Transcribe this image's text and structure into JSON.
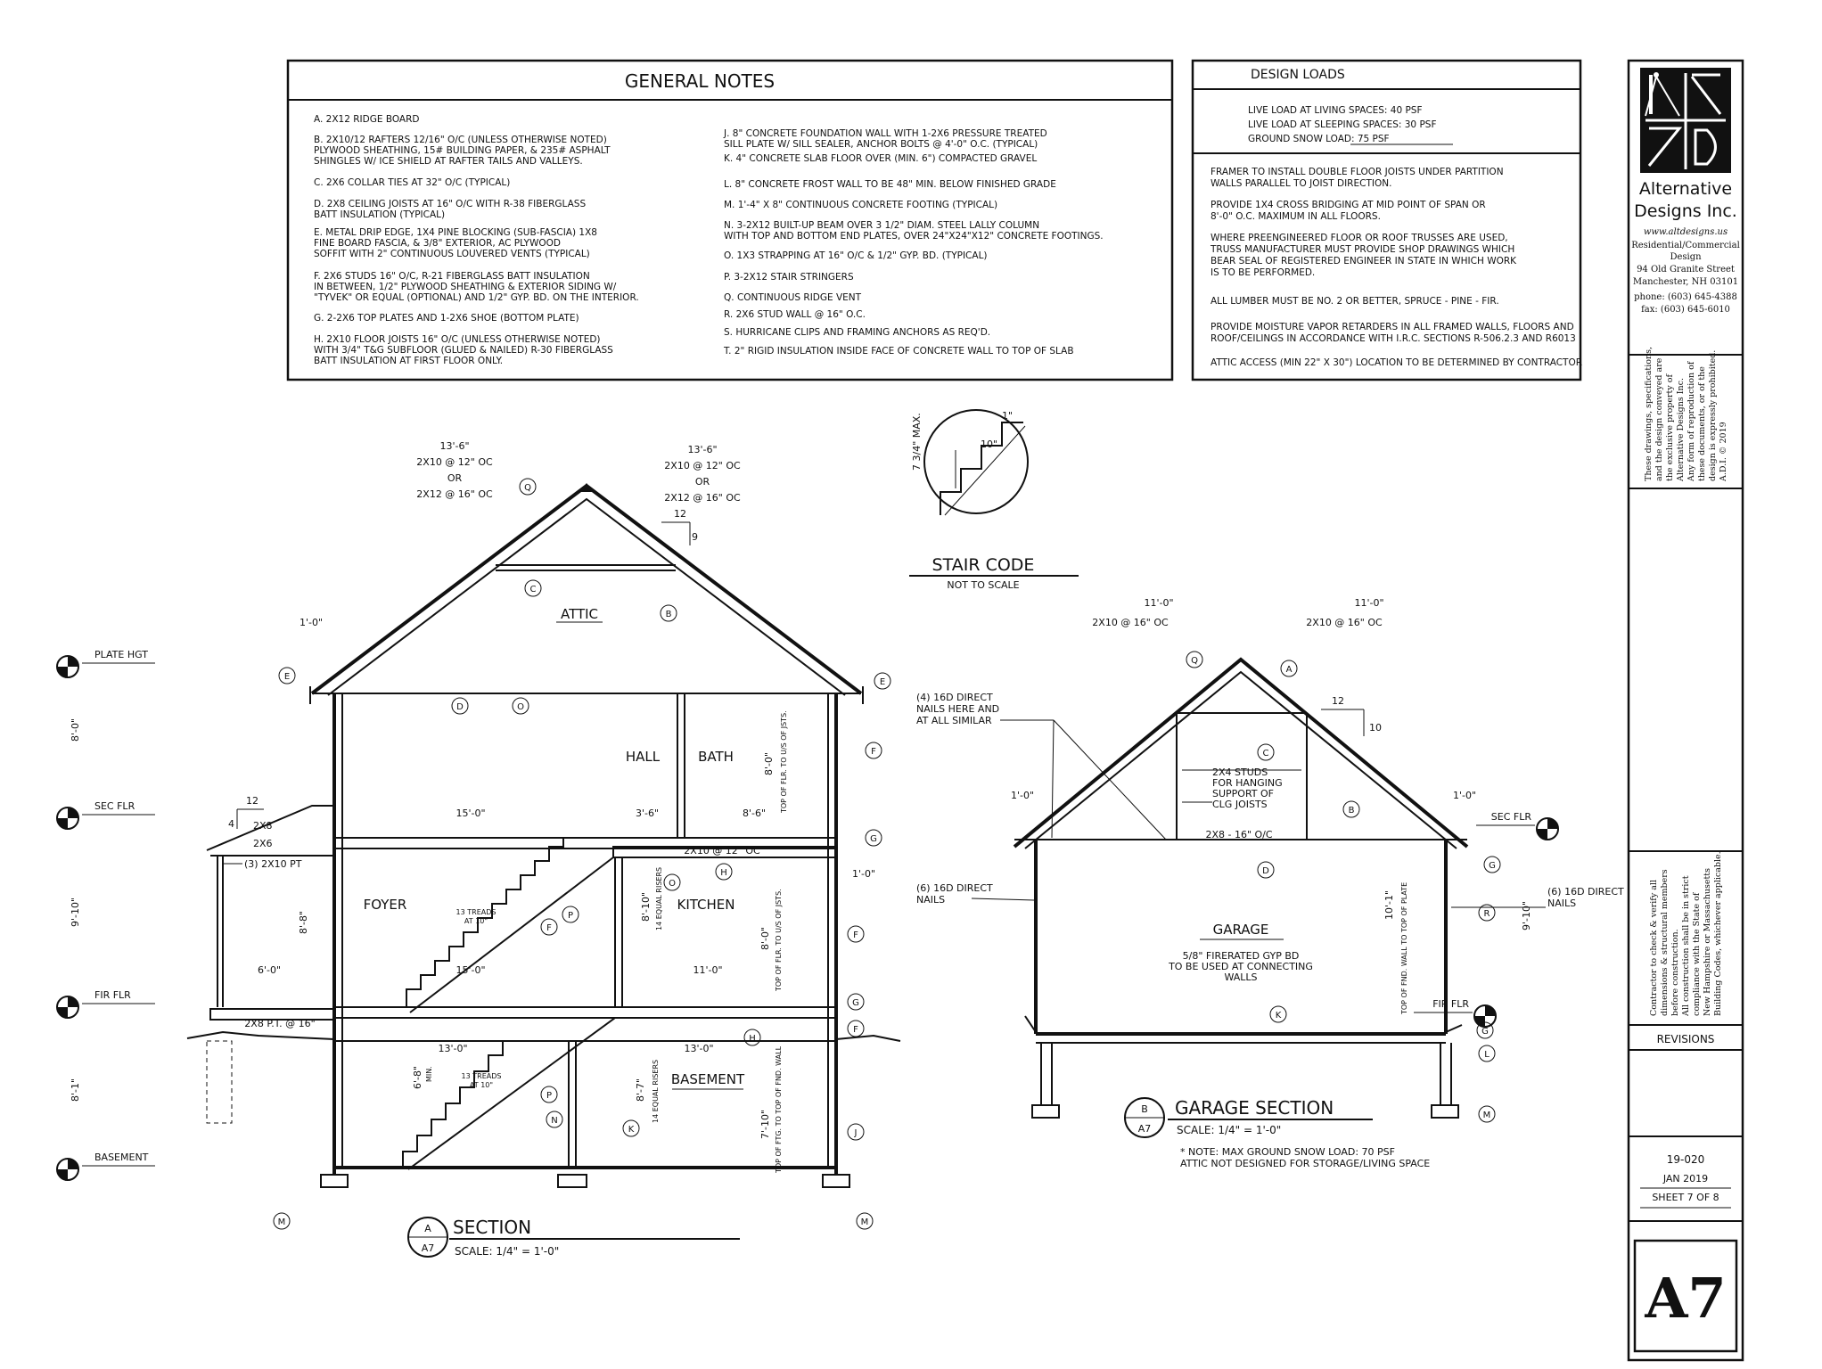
{
  "general_notes": {
    "title": "GENERAL NOTES",
    "left": [
      [
        "A. 2X12 RIDGE BOARD"
      ],
      [
        "B. 2X10/12 RAFTERS 12/16\" O/C (UNLESS OTHERWISE NOTED)",
        "PLYWOOD SHEATHING, 15# BUILDING PAPER, & 235# ASPHALT",
        "SHINGLES W/ ICE SHIELD AT RAFTER TAILS AND VALLEYS."
      ],
      [
        "C. 2X6 COLLAR TIES AT 32\" O/C (TYPICAL)"
      ],
      [
        "D. 2X8 CEILING JOISTS AT 16\" O/C WITH R-38 FIBERGLASS",
        "BATT INSULATION (TYPICAL)"
      ],
      [
        "E. METAL DRIP EDGE, 1X4 PINE BLOCKING (SUB-FASCIA) 1X8",
        "FINE BOARD FASCIA, & 3/8\" EXTERIOR, AC PLYWOOD",
        "SOFFIT WITH 2\" CONTINUOUS LOUVERED VENTS (TYPICAL)"
      ],
      [
        "F. 2X6 STUDS 16\" O/C, R-21 FIBERGLASS BATT INSULATION",
        "IN BETWEEN, 1/2\" PLYWOOD SHEATHING & EXTERIOR SIDING W/",
        "\"TYVEK\" OR EQUAL (OPTIONAL) AND 1/2\" GYP. BD. ON THE INTERIOR."
      ],
      [
        "G. 2-2X6 TOP PLATES AND 1-2X6 SHOE (BOTTOM PLATE)"
      ],
      [
        "H. 2X10 FLOOR JOISTS 16\" O/C (UNLESS OTHERWISE NOTED)",
        "WITH 3/4\" T&G SUBFLOOR (GLUED & NAILED) R-30 FIBERGLASS",
        "BATT INSULATION AT FIRST FLOOR ONLY."
      ]
    ],
    "right": [
      [
        "J. 8\" CONCRETE FOUNDATION WALL WITH 1-2X6 PRESSURE TREATED",
        "SILL PLATE W/ SILL SEALER, ANCHOR BOLTS @ 4'-0\" O.C. (TYPICAL)"
      ],
      [
        "K. 4\" CONCRETE SLAB FLOOR OVER (MIN. 6\") COMPACTED GRAVEL"
      ],
      [
        "L. 8\" CONCRETE FROST WALL TO BE 48\" MIN. BELOW FINISHED GRADE"
      ],
      [
        "M. 1'-4\" X 8\" CONTINUOUS CONCRETE FOOTING (TYPICAL)"
      ],
      [
        "N. 3-2X12 BUILT-UP BEAM OVER 3 1/2\" DIAM. STEEL LALLY COLUMN",
        "WITH TOP AND BOTTOM END PLATES, OVER 24\"X24\"X12\" CONCRETE FOOTINGS."
      ],
      [
        "O. 1X3 STRAPPING AT 16\" O/C & 1/2\" GYP. BD. (TYPICAL)"
      ],
      [
        "P. 3-2X12 STAIR STRINGERS"
      ],
      [
        "Q. CONTINUOUS RIDGE VENT"
      ],
      [
        "R. 2X6 STUD WALL @ 16\" O.C."
      ],
      [
        "S. HURRICANE CLIPS AND FRAMING ANCHORS AS REQ'D."
      ],
      [
        "T. 2\" RIGID INSULATION INSIDE FACE OF CONCRETE WALL TO TOP OF SLAB"
      ]
    ]
  },
  "design_loads": {
    "title": "DESIGN LOADS",
    "loads": [
      "LIVE LOAD AT LIVING SPACES: 40 PSF",
      "LIVE LOAD AT SLEEPING SPACES: 30 PSF",
      "GROUND SNOW LOAD: 75 PSF"
    ],
    "notes": [
      [
        "FRAMER TO INSTALL DOUBLE FLOOR JOISTS UNDER PARTITION",
        "WALLS PARALLEL TO JOIST DIRECTION."
      ],
      [
        "PROVIDE 1X4 CROSS BRIDGING AT MID POINT OF SPAN OR",
        "8'-0\" O.C. MAXIMUM IN ALL FLOORS."
      ],
      [
        "WHERE PREENGINEERED FLOOR OR ROOF TRUSSES ARE USED,",
        "TRUSS MANUFACTURER MUST PROVIDE SHOP DRAWINGS WHICH",
        "BEAR SEAL OF REGISTERED ENGINEER IN STATE IN WHICH WORK",
        "IS TO BE PERFORMED."
      ],
      [
        "ALL LUMBER MUST BE NO. 2 OR BETTER, SPRUCE - PINE - FIR."
      ],
      [
        "PROVIDE MOISTURE VAPOR RETARDERS IN ALL FRAMED WALLS, FLOORS AND",
        "ROOF/CEILINGS IN ACCORDANCE WITH I.R.C. SECTIONS R-506.2.3 AND R6013"
      ],
      [
        "ATTIC ACCESS (MIN 22\" X 30\") LOCATION TO BE DETERMINED BY CONTRACTOR"
      ]
    ]
  },
  "title_block": {
    "company": [
      "Alternative",
      "Designs Inc."
    ],
    "website": "www.altdesigns.us",
    "service": [
      "Residential/Commercial",
      "Design"
    ],
    "address": [
      "94 Old Granite Street",
      "Manchester, NH 03101"
    ],
    "phone": "phone: (603) 645-4388",
    "fax": "fax: (603) 645-6010",
    "copyright": [
      "These drawings, specifications,",
      "and the design conveyed are",
      "the exclusive property of",
      "Alternative Designs Inc.",
      "Any form of reproduction of",
      "these documents, or of the",
      "design is expressly prohibited.",
      "A.D.I. © 2019"
    ],
    "contractor": [
      "Contractor to check & verify all",
      "dimensions & structural members",
      "before construction.",
      "All construction shall be in strict",
      "compliance with the State of",
      "New Hampshire or Massachusetts",
      "Building Codes, whichever applicable."
    ],
    "revisions": "REVISIONS",
    "job": "19-020",
    "date": "JAN 2019",
    "sheet": "SHEET 7 OF 8",
    "sheet_no": "A7"
  },
  "stair_code": {
    "title": "STAIR CODE",
    "subtitle": "NOT TO SCALE",
    "rise": "7 3/4\" MAX.",
    "run": "10\"",
    "nosing": "1\""
  },
  "section": {
    "title": "SECTION",
    "scale": "SCALE: 1/4\" = 1'-0\"",
    "bubble": [
      "A",
      "A7"
    ],
    "rooms": [
      "ATTIC",
      "HALL",
      "BATH",
      "FOYER",
      "KITCHEN",
      "BASEMENT"
    ],
    "levels": [
      "PLATE HGT",
      "SEC FLR",
      "FIR FLR",
      "BASEMENT"
    ],
    "level_dims": [
      "8'-0\"",
      "9'-10\"",
      "8'-1\""
    ],
    "rafter_left": [
      "13'-6\"",
      "2X10 @ 12\" OC",
      "OR",
      "2X12 @ 16\" OC"
    ],
    "rafter_right": [
      "13'-6\"",
      "2X10 @ 12\" OC",
      "OR",
      "2X12 @ 16\" OC"
    ],
    "pitch": [
      "12",
      "9"
    ],
    "porch_pitch": [
      "12",
      "4"
    ],
    "overhang": "1'-0\"",
    "labels": {
      "porch_2x8": "2X8",
      "porch_2x6": "2X6",
      "beam_2x10": "(3) 2X10 PT",
      "hall_span": "15'-0\"",
      "bath_span": "3'-6\"",
      "bath_ht": "8'-6\"",
      "upper_ht": "8'-0\"",
      "upper_ht_note": "TOP OF FLR. TO U/S OF JSTS.",
      "floor_joist": "2X10 @ 12\" OC",
      "kitchen_step": "1'-0\"",
      "foyer_ht": "8'-8\"",
      "porch_ht": "6'-0\"",
      "foyer_span": "15'-0\"",
      "treads_upper": [
        "13 TREADS",
        "AT 10\""
      ],
      "risers_upper": [
        "8'-10\"",
        "14 EQUAL RISERS"
      ],
      "kitchen_span": "11'-0\"",
      "kitchen_ht": "8'-0\"",
      "kitchen_ht_note": "TOP OF FLR. TO U/S OF JSTS.",
      "sill": "2X8 P.T. @ 16\"",
      "bsmt_span_left": "13'-0\"",
      "bsmt_span_right": "13'-0\"",
      "bsmt_ht_left": [
        "6'-8\"",
        "MIN."
      ],
      "treads_lower": [
        "13 TREADS",
        "AT 10\""
      ],
      "risers_lower": [
        "8'-7\"",
        "14 EQUAL RISERS"
      ],
      "bsmt_ht": "7'-10\"",
      "bsmt_ht_note": "TOP OF FTG. TO TOP OF FND. WALL"
    }
  },
  "garage": {
    "title": "GARAGE SECTION",
    "scale": "SCALE: 1/4\" = 1'-0\"",
    "bubble": [
      "B",
      "A7"
    ],
    "note": [
      "* NOTE: MAX GROUND SNOW LOAD: 70 PSF",
      "ATTIC NOT DESIGNED FOR STORAGE/LIVING SPACE"
    ],
    "room": "GARAGE",
    "firerated": [
      "5/8\" FIRERATED GYP BD",
      "TO BE USED AT CONNECTING",
      "WALLS"
    ],
    "rafter_left": [
      "11'-0\"",
      "2X10 @ 16\" OC"
    ],
    "rafter_right": [
      "11'-0\"",
      "2X10 @ 16\" OC"
    ],
    "pitch": [
      "12",
      "10"
    ],
    "nails_top": [
      "(4) 16D DIRECT",
      "NAILS HERE AND",
      "AT ALL SIMILAR"
    ],
    "studs": [
      "2X4 STUDS",
      "FOR HANGING",
      "SUPPORT OF",
      "CLG JOISTS"
    ],
    "ceiling_joist": "2X8 - 16\" O/C",
    "nails_left": [
      "(6) 16D DIRECT",
      "NAILS"
    ],
    "nails_right": [
      "(6) 16D DIRECT",
      "NAILS"
    ],
    "wall_ht": "10'-1\"",
    "wall_ht_note": "TOP OF FND. WALL TO TOP OF PLATE",
    "side_dim": "9'-10\"",
    "overhang_left": "1'-0\"",
    "overhang_right": "1'-0\"",
    "levels": [
      "SEC FLR",
      "FIR FLR"
    ]
  },
  "keys": [
    "A",
    "B",
    "C",
    "D",
    "E",
    "F",
    "G",
    "H",
    "J",
    "K",
    "L",
    "M",
    "N",
    "O",
    "P",
    "Q",
    "R"
  ]
}
